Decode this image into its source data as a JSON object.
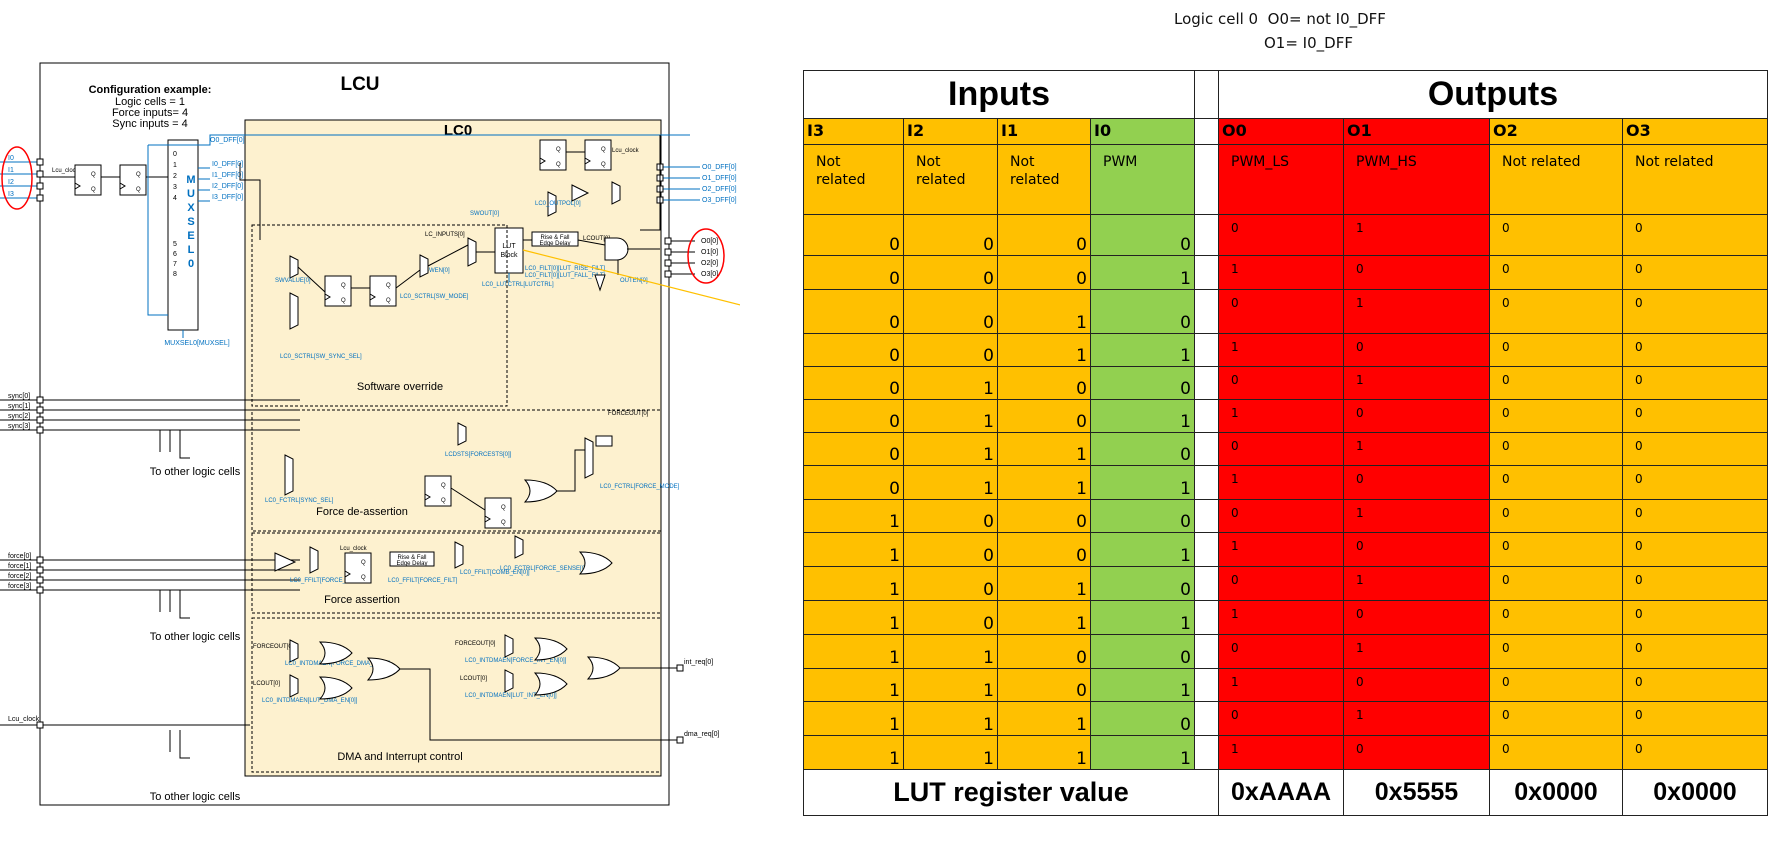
{
  "note": {
    "line1": "Logic cell 0  O0= not I0_DFF",
    "line2": "O1= I0_DFF"
  },
  "diagram": {
    "title": "LCU",
    "config_title": "Configuration example:",
    "config_lines": [
      "Logic cells = 1",
      "Force inputs= 4",
      "Sync inputs = 4"
    ],
    "lc0_title": "LC0",
    "inputs": [
      "I0",
      "I1",
      "I2",
      "I3"
    ],
    "lcu_clock": "Lcu_clock",
    "muxsel_letters": [
      "M",
      "U",
      "X",
      "S",
      "E",
      "L",
      "0"
    ],
    "mux_numbers": [
      "0",
      "1",
      "2",
      "3",
      "4",
      "5",
      "6",
      "7",
      "8"
    ],
    "muxsel_label": "MUXSEL0[MUXSEL]",
    "dff_labels": [
      "O0_DFF[0]",
      "I0_DFF[0]",
      "I1_DFF[0]",
      "I2_DFF[0]",
      "I3_DFF[0]"
    ],
    "out_dff": [
      "O0_DFF[0]",
      "O1_DFF[0]",
      "O2_DFF[0]",
      "O3_DFF[0]"
    ],
    "outputs": [
      "O0[0]",
      "O1[0]",
      "O2[0]",
      "O3[0]"
    ],
    "sync": [
      "sync[0]",
      "sync[1]",
      "sync[2]",
      "sync[3]"
    ],
    "force": [
      "force[0]",
      "force[1]",
      "force[2]",
      "force[3]"
    ],
    "to_other": "To other logic cells",
    "lut_block": [
      "LUT",
      "Block"
    ],
    "edge_delay": [
      "Rise & Fall",
      "Edge Delay"
    ],
    "section_software": "Software override",
    "section_force_deassert": "Force de-assertion",
    "section_force_assert": "Force assertion",
    "section_dma": "DMA and Interrupt control",
    "int_req": "int_req[0]",
    "dma_req": "dma_req[0]",
    "small_labels": {
      "swout": "SWOUT[0]",
      "lc_inputs": "LC_INPUTS[0]",
      "swen": "SWEN[0]",
      "lcout": "LCOUT[0]",
      "outen": "OUTEN[0]",
      "outpol": "LC0_OUTPOL[0]",
      "filt": "LC0_FILT[0][LUT_RISE_FILT]",
      "filt2": "LC0_FILT[0][LUT_FALL_FILT]",
      "lutctrl": "LC0_LUTCTRL[LUTCTRL]",
      "swvalue": "SWVALUE[0]",
      "sctrl_mode": "LC0_SCTRL[SW_MODE]",
      "sctrl_sync": "LC0_SCTRL[SW_SYNC_SEL]",
      "forceout": "FORCEOUT[0]",
      "lcdsts": "LCDSTS[FORCESTS[0]]",
      "fctrl_mode": "LC0_FCTRL[FORCE_MODE]",
      "fctrl_sync": "LC0_FCTRL[SYNC_SEL]",
      "ffilt_pol": "LC0_FFILT[FORCE_POL]",
      "ffilt_filt": "LC0_FFILT[FORCE_FILT]",
      "ffilt_comb": "LC0_FFILT[COMB_EN[0]]",
      "fctrl_sense": "LC0_FCTRL[FORCE_SENSE[0]]",
      "forceout_dma": "FORCEOUT[0]",
      "intdma_force": "LC0_INTDMAEN[FORCE_DMA_EN[0]]",
      "lcout_dma": "LCOUT[0]",
      "intdma_lut": "LC0_INTDMAEN[LUT_DMA_EN[0]]",
      "forceout_int": "FORCEOUT[0]",
      "intdma_force_int": "LC0_INTDMAEN[FORCE_INT_EN[0]]",
      "lcout_int": "LCOUT[0]",
      "intdma_lut_int": "LC0_INTDMAEN[LUT_INT_EN[0]]",
      "force_out": "FORCEOUT[0]"
    },
    "accent_color": "#0070c0",
    "panel_color": "#fdf1cf",
    "highlight_color": "#ff0000",
    "arrow_color": "#ffc000"
  },
  "table": {
    "inputs_title": "Inputs",
    "outputs_title": "Outputs",
    "input_headers": [
      "I3",
      "I2",
      "I1",
      "I0"
    ],
    "output_headers": [
      "O0",
      "O1",
      "O2",
      "O3"
    ],
    "input_desc": [
      "Not\nrelated",
      "Not\nrelated",
      "Not\nrelated",
      "PWM"
    ],
    "output_desc": [
      "PWM_LS",
      "PWM_HS",
      "Not related",
      "Not related"
    ],
    "rows": [
      [
        0,
        0,
        0,
        0,
        0,
        1,
        0,
        0
      ],
      [
        0,
        0,
        0,
        1,
        1,
        0,
        0,
        0
      ],
      [
        0,
        0,
        1,
        0,
        0,
        1,
        0,
        0
      ],
      [
        0,
        0,
        1,
        1,
        1,
        0,
        0,
        0
      ],
      [
        0,
        1,
        0,
        0,
        0,
        1,
        0,
        0
      ],
      [
        0,
        1,
        0,
        1,
        1,
        0,
        0,
        0
      ],
      [
        0,
        1,
        1,
        0,
        0,
        1,
        0,
        0
      ],
      [
        0,
        1,
        1,
        1,
        1,
        0,
        0,
        0
      ],
      [
        1,
        0,
        0,
        0,
        0,
        1,
        0,
        0
      ],
      [
        1,
        0,
        0,
        1,
        1,
        0,
        0,
        0
      ],
      [
        1,
        0,
        1,
        0,
        0,
        1,
        0,
        0
      ],
      [
        1,
        0,
        1,
        1,
        1,
        0,
        0,
        0
      ],
      [
        1,
        1,
        0,
        0,
        0,
        1,
        0,
        0
      ],
      [
        1,
        1,
        0,
        1,
        1,
        0,
        0,
        0
      ],
      [
        1,
        1,
        1,
        0,
        0,
        1,
        0,
        0
      ],
      [
        1,
        1,
        1,
        1,
        1,
        0,
        0,
        0
      ]
    ],
    "footer_label": "LUT register value",
    "lut_values": [
      "0xAAAA",
      "0x5555",
      "0x0000",
      "0x0000"
    ],
    "colors": {
      "input": "#ffc000",
      "pwm": "#92d050",
      "active_out": "#ff0000",
      "other_out": "#ffc000"
    }
  }
}
